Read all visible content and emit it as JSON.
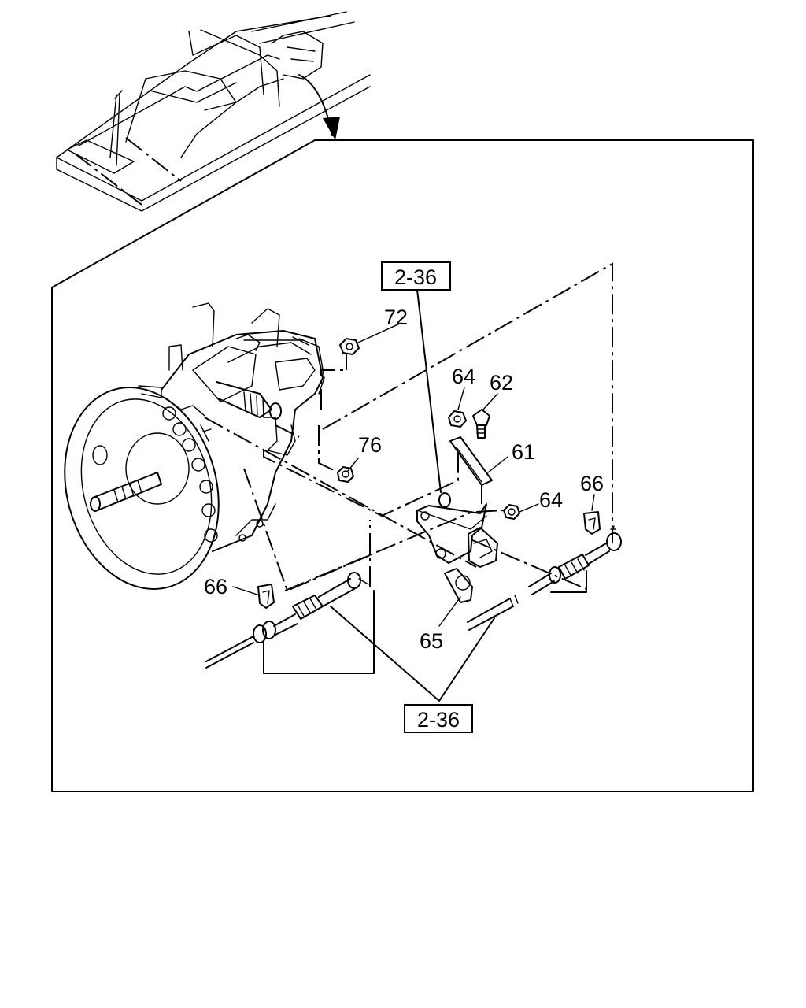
{
  "callouts": {
    "p72": "72",
    "p64a": "64",
    "p62": "62",
    "p61": "61",
    "p76": "76",
    "p64b": "64",
    "p66a": "66",
    "p66b": "66",
    "p65": "65"
  },
  "references": {
    "top": "2-36",
    "bottom": "2-36"
  }
}
